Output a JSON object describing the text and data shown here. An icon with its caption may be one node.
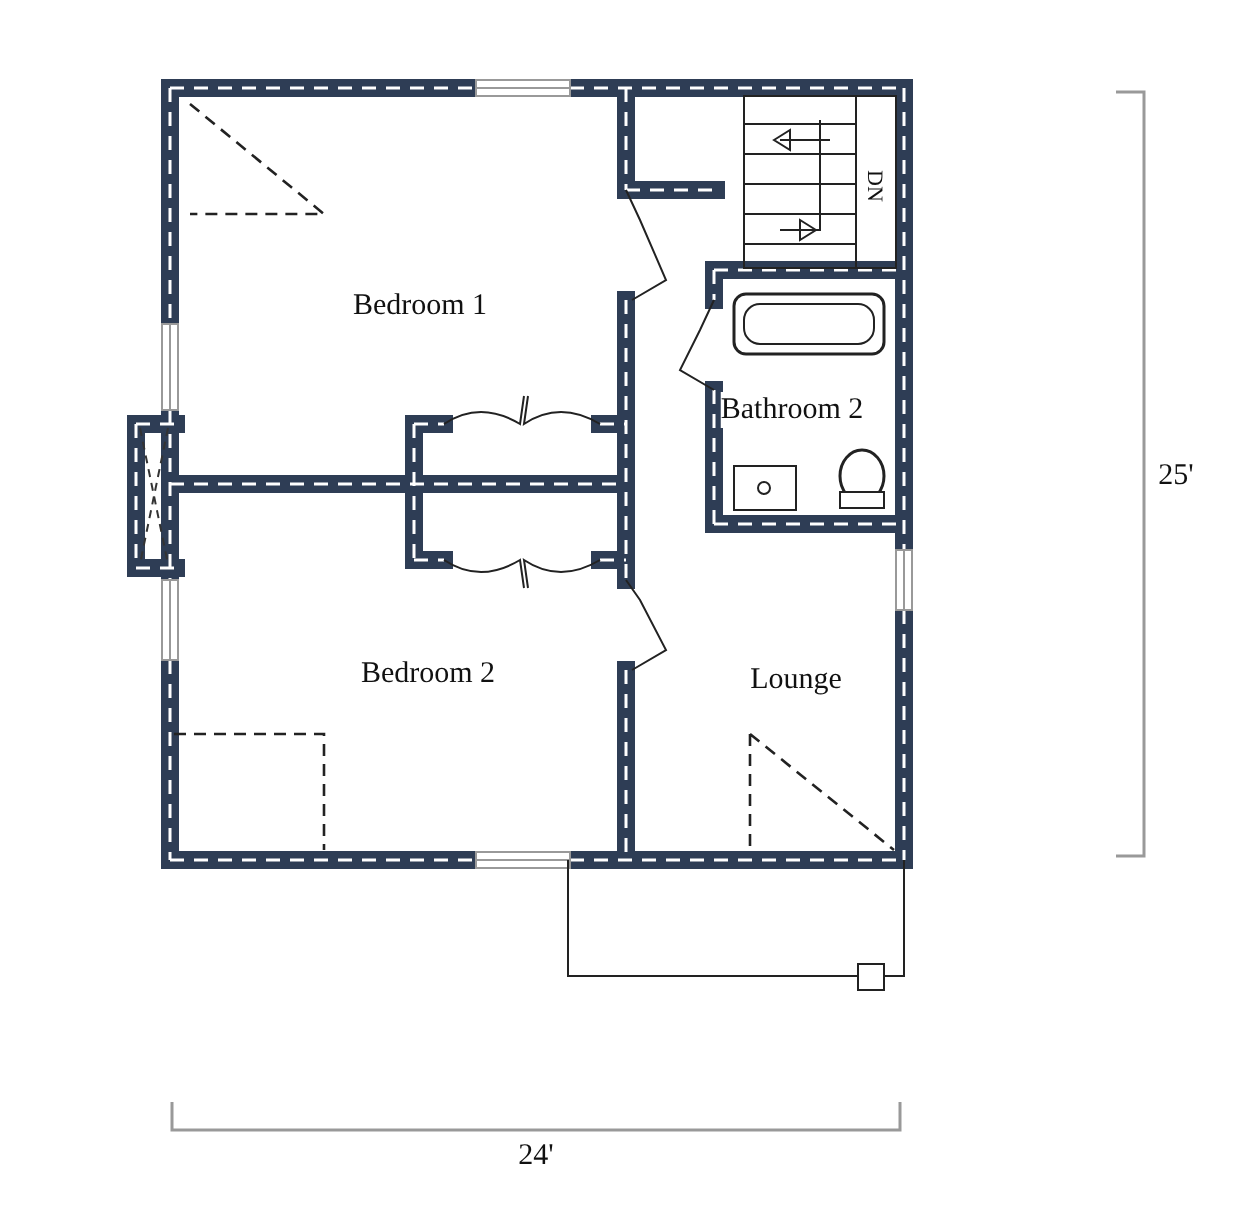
{
  "diagram": {
    "nodes": [
      {
        "text": [
          "Bedroom 1"
        ]
      },
      {
        "text": [
          "Bathroom 2"
        ]
      },
      {
        "text": [
          "Bedroom 2"
        ]
      },
      {
        "text": [
          "Lounge"
        ]
      }
    ],
    "edges": [],
    "labels": [
      "DN",
      "25'",
      "24'"
    ]
  }
}
